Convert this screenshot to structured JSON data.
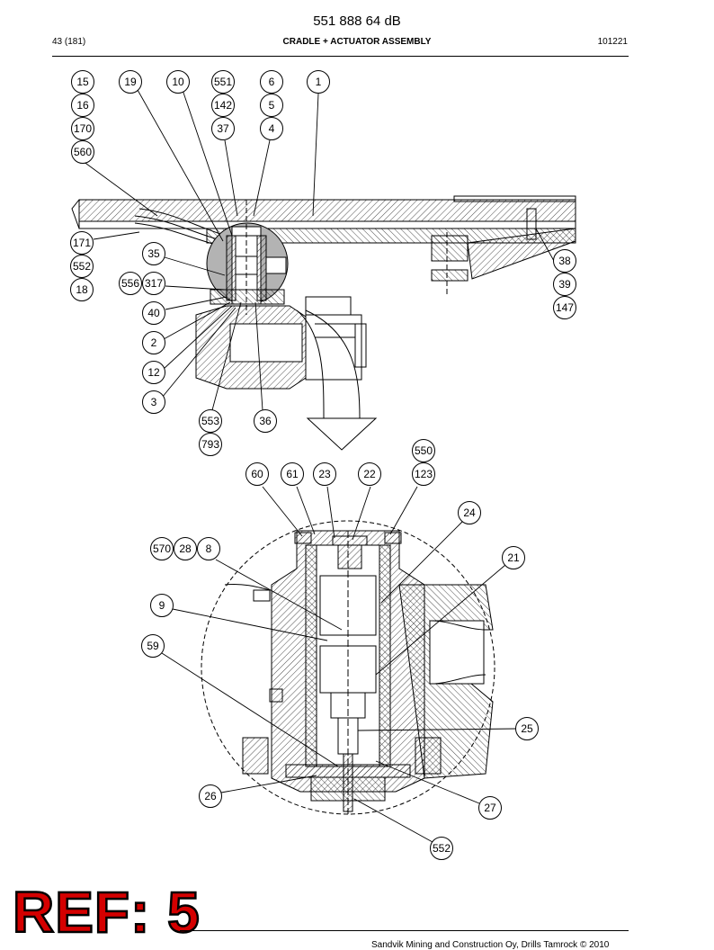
{
  "header": {
    "doc_number": "551 888 64 dB",
    "page": "43 (181)",
    "title": "CRADLE + ACTUATOR ASSEMBLY",
    "date": "101221"
  },
  "footer": {
    "copyright": "Sandvik Mining and Construction Oy, Drills Tamrock © 2010"
  },
  "stamp": {
    "text": "REF: 5",
    "color": "#d40000"
  },
  "callouts": [
    "15",
    "16",
    "170",
    "560",
    "19",
    "10",
    "551",
    "142",
    "37",
    "6",
    "5",
    "4",
    "1",
    "171",
    "552",
    "18",
    "35",
    "556",
    "317",
    "40",
    "2",
    "12",
    "3",
    "553",
    "793",
    "36",
    "38",
    "39",
    "147",
    "550",
    "123",
    "60",
    "61",
    "23",
    "22",
    "24",
    "570",
    "28",
    "8",
    "21",
    "9",
    "59",
    "25",
    "26",
    "27",
    "552"
  ]
}
